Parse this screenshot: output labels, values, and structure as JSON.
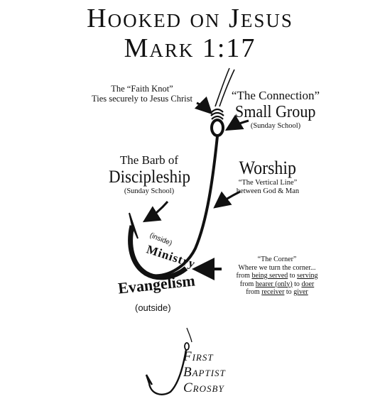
{
  "title": {
    "line1": "Hooked on Jesus",
    "line2": "Mark 1:17"
  },
  "faith_knot": {
    "heading": "The “Faith Knot”",
    "sub": "Ties securely to Jesus Christ"
  },
  "connection": {
    "heading": "“The Connection”",
    "main": "Small Group",
    "sub": "(Sunday School)"
  },
  "barb": {
    "heading": "The Barb of",
    "main": "Discipleship",
    "sub": "(Sunday School)"
  },
  "worship": {
    "main": "Worship",
    "sub1": "“The Vertical Line”",
    "sub2": "between God & Man"
  },
  "inside": {
    "tag": "(inside)",
    "main": "Ministry"
  },
  "outside": {
    "main": "Evangelism",
    "tag": "(outside)"
  },
  "corner": {
    "heading": "“The Corner”",
    "line1": "Where we turn the corner...",
    "line2_pre": "from ",
    "line2_u1": "being served",
    "line2_mid": " to ",
    "line2_u2": "serving",
    "line3_pre": "from ",
    "line3_u1": "hearer (only)",
    "line3_mid": " to ",
    "line3_u2": "doer",
    "line4_pre": "from ",
    "line4_u1": "receiver",
    "line4_mid": " to ",
    "line4_u2": "giver"
  },
  "logo": {
    "line1": "First",
    "line2": "Baptist",
    "line3": "Crosby"
  },
  "colors": {
    "ink": "#111111",
    "background": "#ffffff"
  }
}
